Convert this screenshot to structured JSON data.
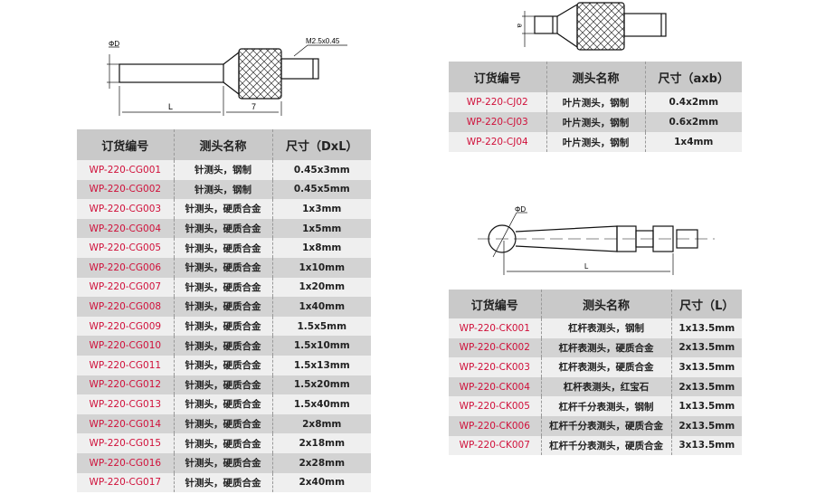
{
  "drawings": {
    "cg": {
      "dia_label": "ΦD",
      "thread_label": "M2.5x0.45",
      "length_label": "L",
      "head_label": "7"
    },
    "cj": {
      "dim_label": "a"
    },
    "ck": {
      "dia_label": "ΦD",
      "length_label": "L"
    }
  },
  "table_cg": {
    "headers": [
      "订货编号",
      "测头名称",
      "尺寸（DxL）"
    ],
    "rows": [
      [
        "WP-220-CG001",
        "针测头，钢制",
        "0.45x3mm"
      ],
      [
        "WP-220-CG002",
        "针测头，钢制",
        "0.45x5mm"
      ],
      [
        "WP-220-CG003",
        "针测头，硬质合金",
        "1x3mm"
      ],
      [
        "WP-220-CG004",
        "针测头，硬质合金",
        "1x5mm"
      ],
      [
        "WP-220-CG005",
        "针测头，硬质合金",
        "1x8mm"
      ],
      [
        "WP-220-CG006",
        "针测头，硬质合金",
        "1x10mm"
      ],
      [
        "WP-220-CG007",
        "针测头，硬质合金",
        "1x20mm"
      ],
      [
        "WP-220-CG008",
        "针测头，硬质合金",
        "1x40mm"
      ],
      [
        "WP-220-CG009",
        "针测头，硬质合金",
        "1.5x5mm"
      ],
      [
        "WP-220-CG010",
        "针测头，硬质合金",
        "1.5x10mm"
      ],
      [
        "WP-220-CG011",
        "针测头，硬质合金",
        "1.5x13mm"
      ],
      [
        "WP-220-CG012",
        "针测头，硬质合金",
        "1.5x20mm"
      ],
      [
        "WP-220-CG013",
        "针测头，硬质合金",
        "1.5x40mm"
      ],
      [
        "WP-220-CG014",
        "针测头，硬质合金",
        "2x8mm"
      ],
      [
        "WP-220-CG015",
        "针测头，硬质合金",
        "2x18mm"
      ],
      [
        "WP-220-CG016",
        "针测头，硬质合金",
        "2x28mm"
      ],
      [
        "WP-220-CG017",
        "针测头，硬质合金",
        "2x40mm"
      ]
    ]
  },
  "table_cj": {
    "headers": [
      "订货编号",
      "测头名称",
      "尺寸（axb）"
    ],
    "rows": [
      [
        "WP-220-CJ02",
        "叶片测头，钢制",
        "0.4x2mm"
      ],
      [
        "WP-220-CJ03",
        "叶片测头，钢制",
        "0.6x2mm"
      ],
      [
        "WP-220-CJ04",
        "叶片测头，钢制",
        "1x4mm"
      ]
    ]
  },
  "table_ck": {
    "headers": [
      "订货编号",
      "测头名称",
      "尺寸（L）"
    ],
    "rows": [
      [
        "WP-220-CK001",
        "杠杆表测头，钢制",
        "1x13.5mm"
      ],
      [
        "WP-220-CK002",
        "杠杆表测头，硬质合金",
        "2x13.5mm"
      ],
      [
        "WP-220-CK003",
        "杠杆表测头，硬质合金",
        "3x13.5mm"
      ],
      [
        "WP-220-CK004",
        "杠杆表测头，红宝石",
        "2x13.5mm"
      ],
      [
        "WP-220-CK005",
        "杠杆千分表测头，钢制",
        "1x13.5mm"
      ],
      [
        "WP-220-CK006",
        "杠杆千分表测头，硬质合金",
        "2x13.5mm"
      ],
      [
        "WP-220-CK007",
        "杠杆千分表测头，硬质合金",
        "3x13.5mm"
      ]
    ]
  }
}
